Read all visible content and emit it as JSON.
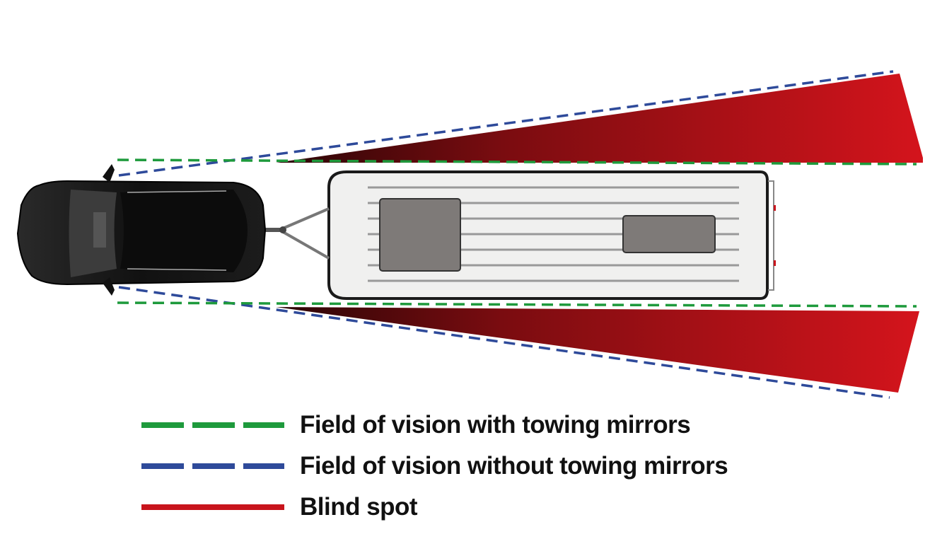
{
  "colors": {
    "with_mirrors": "#1e9a3c",
    "without_mirrors": "#2e4a9a",
    "blind_spot": "#c8141c"
  },
  "icons": [
    "car-icon",
    "caravan-icon",
    "tow-bar-icon"
  ],
  "legend": [
    {
      "key": "with_mirrors",
      "style": "dashed",
      "label": "Field of vision with towing mirrors"
    },
    {
      "key": "without_mirrors",
      "style": "dashed",
      "label": "Field of vision without towing mirrors"
    },
    {
      "key": "blind_spot",
      "style": "solid",
      "label": "Blind spot"
    }
  ]
}
